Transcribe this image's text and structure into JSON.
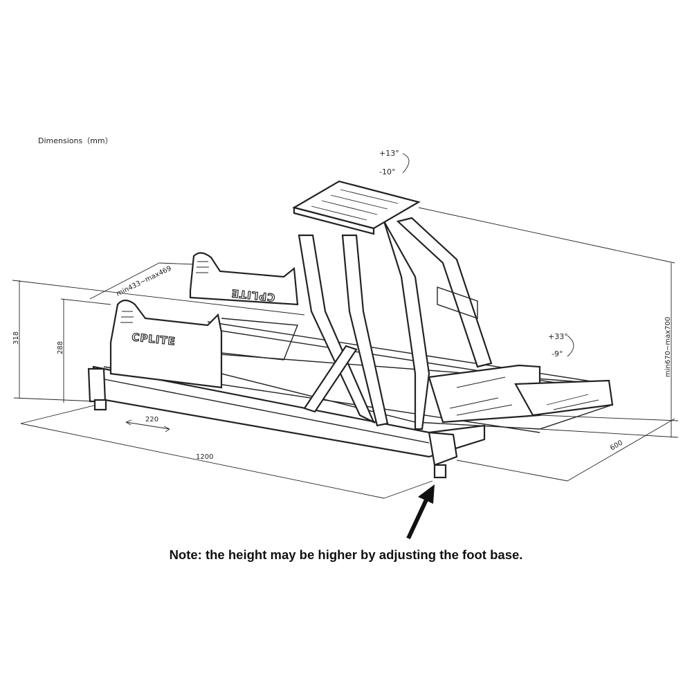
{
  "title": "Dimensions（mm）",
  "dimensions": {
    "seat_rail_width": "min433~max469",
    "height_outer": "318",
    "height_inner": "288",
    "seat_slide": "220",
    "length": "1200",
    "width": "600",
    "wheel_height": "min670~max700"
  },
  "angles": {
    "wheel_plate_up": "+13°",
    "wheel_plate_down": "-10°",
    "pedal_plate_up": "+33°",
    "pedal_plate_down": "-9°"
  },
  "logo_text": "CPLITE",
  "note": "Note: the height may be higher by adjusting the foot base."
}
